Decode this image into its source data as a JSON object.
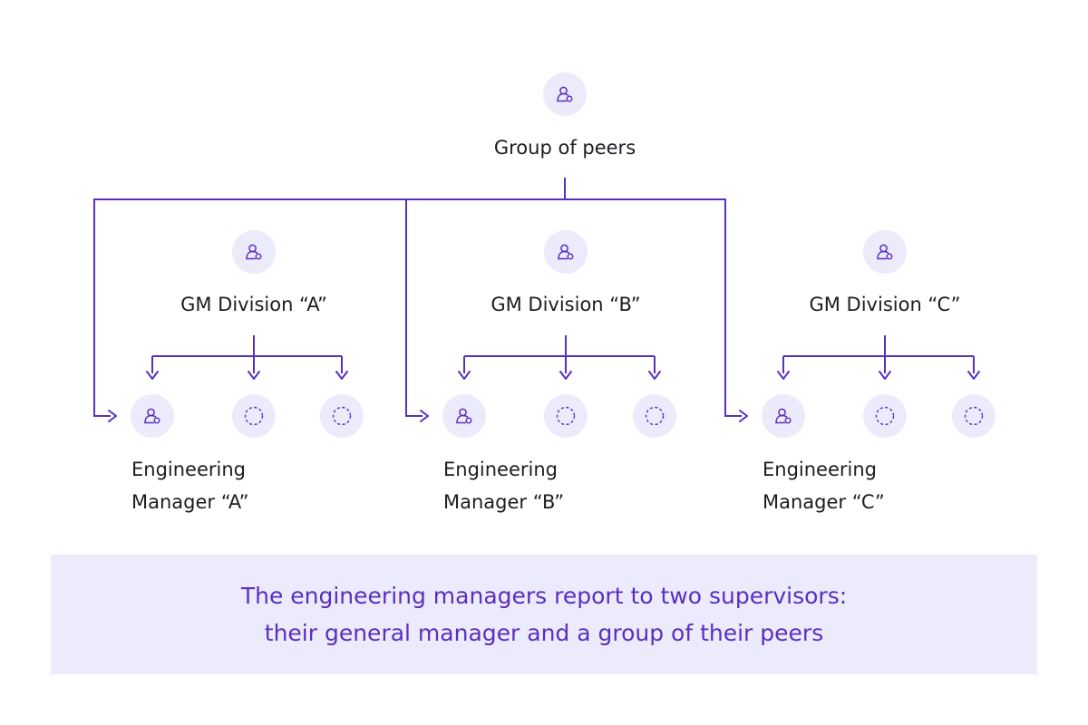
{
  "colors": {
    "accent": "#5a2fc0",
    "node_fill": "#ecebfb",
    "text": "#1c1c22",
    "caption_bg": "#ecebfb"
  },
  "nodes": {
    "peers": {
      "label": "Group of peers",
      "icon": "person-badge-icon"
    },
    "gm_a": {
      "label": "GM Division “A”",
      "icon": "person-badge-icon"
    },
    "gm_b": {
      "label": "GM Division “B”",
      "icon": "person-badge-icon"
    },
    "gm_c": {
      "label": "GM Division “C”",
      "icon": "person-badge-icon"
    },
    "em_a": {
      "label_line1": "Engineering",
      "label_line2": "Manager “A”",
      "icon": "person-badge-icon"
    },
    "em_b": {
      "label_line1": "Engineering",
      "label_line2": "Manager “B”",
      "icon": "person-badge-icon"
    },
    "em_c": {
      "label_line1": "Engineering",
      "label_line2": "Manager “C”",
      "icon": "person-badge-icon"
    },
    "placeholder_icon": "dashed-circle-icon"
  },
  "caption": {
    "line1": "The engineering managers report to two supervisors:",
    "line2": "their general manager and a group of their peers"
  }
}
